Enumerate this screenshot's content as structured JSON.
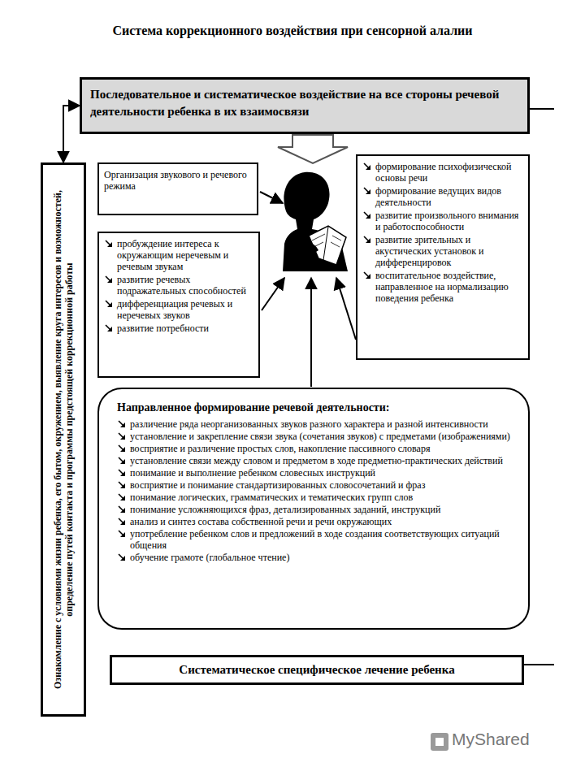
{
  "diagram": {
    "title": "Система коррекционного воздействия при сенсорной алалии",
    "nodes": [
      {
        "text": [
          "Последовательное и систематическое воздействие на все стороны речевой деятельности ребенка в их взаимосвязи"
        ]
      },
      {
        "text": [
          "Ознакомление с условиями жизни ребенка, его бытом, окружением, выявление круга интересов и возможностей, определение путей контакта и программы предстоящей коррекционной работы"
        ]
      },
      {
        "text": [
          "Организация звукового и речевого режима"
        ]
      },
      {
        "text": [
          "формирование психофизической основы речи",
          "формирование ведущих видов деятельности",
          "развитие произвольного внимания и работоспособности",
          "развитие зрительных и акустических установок и дифференцировок",
          "воспитательное воздействие, направленное на нормализацию поведения ребенка"
        ]
      },
      {
        "text": [
          "пробуждение интереса к окружающим неречевым и речевым звукам",
          "развитие речевых подражательных способностей",
          "дифференциация речевых и неречевых звуков",
          "развитие потребности"
        ]
      },
      {
        "text": [
          "Направленное формирование речевой деятельности:",
          "различение ряда неорганизованных звуков разного характера и разной интенсивности",
          "установление и закрепление связи звука (сочетания звуков) с предметами (изображениями)",
          "восприятие и различение простых слов, накопление пассивного словаря",
          "установление связи между словом и предметом в ходе предметно-практических действий",
          "понимание и выполнение ребенком словесных инструкций",
          "восприятие и понимание стандартизированных словосочетаний и фраз",
          "понимание логических, грамматических и тематических групп слов",
          "понимание усложняющихся фраз, детализированных заданий, инструкций",
          "анализ и синтез состава собственной речи и речи окружающих",
          "употребление ребенком слов и предложений в ходе создания соответствующих ситуаций общения",
          "обучение грамоте (глобальное чтение)"
        ]
      },
      {
        "text": [
          "Систематическое специфическое лечение ребенка"
        ]
      }
    ],
    "edges": [
      {
        "from": 1,
        "to": 0,
        "arrow": "both"
      }
    ],
    "labels": [
      "MyShared"
    ]
  }
}
